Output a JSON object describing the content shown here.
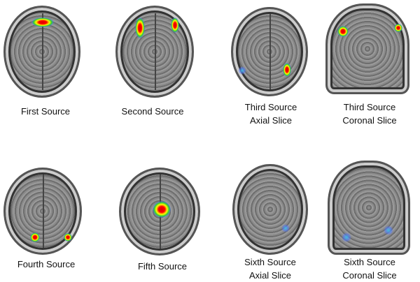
{
  "panels": [
    {
      "label": "First Source",
      "sub": ""
    },
    {
      "label": "Second Source",
      "sub": ""
    },
    {
      "label": "Third Source",
      "sub": "Axial Slice"
    },
    {
      "label": "Third Source",
      "sub": "Coronal Slice"
    },
    {
      "label": "Fourth Source",
      "sub": ""
    },
    {
      "label": "Fifth Source",
      "sub": ""
    },
    {
      "label": "Sixth Source",
      "sub": "Axial Slice"
    },
    {
      "label": "Sixth Source",
      "sub": "Coronal Slice"
    }
  ]
}
